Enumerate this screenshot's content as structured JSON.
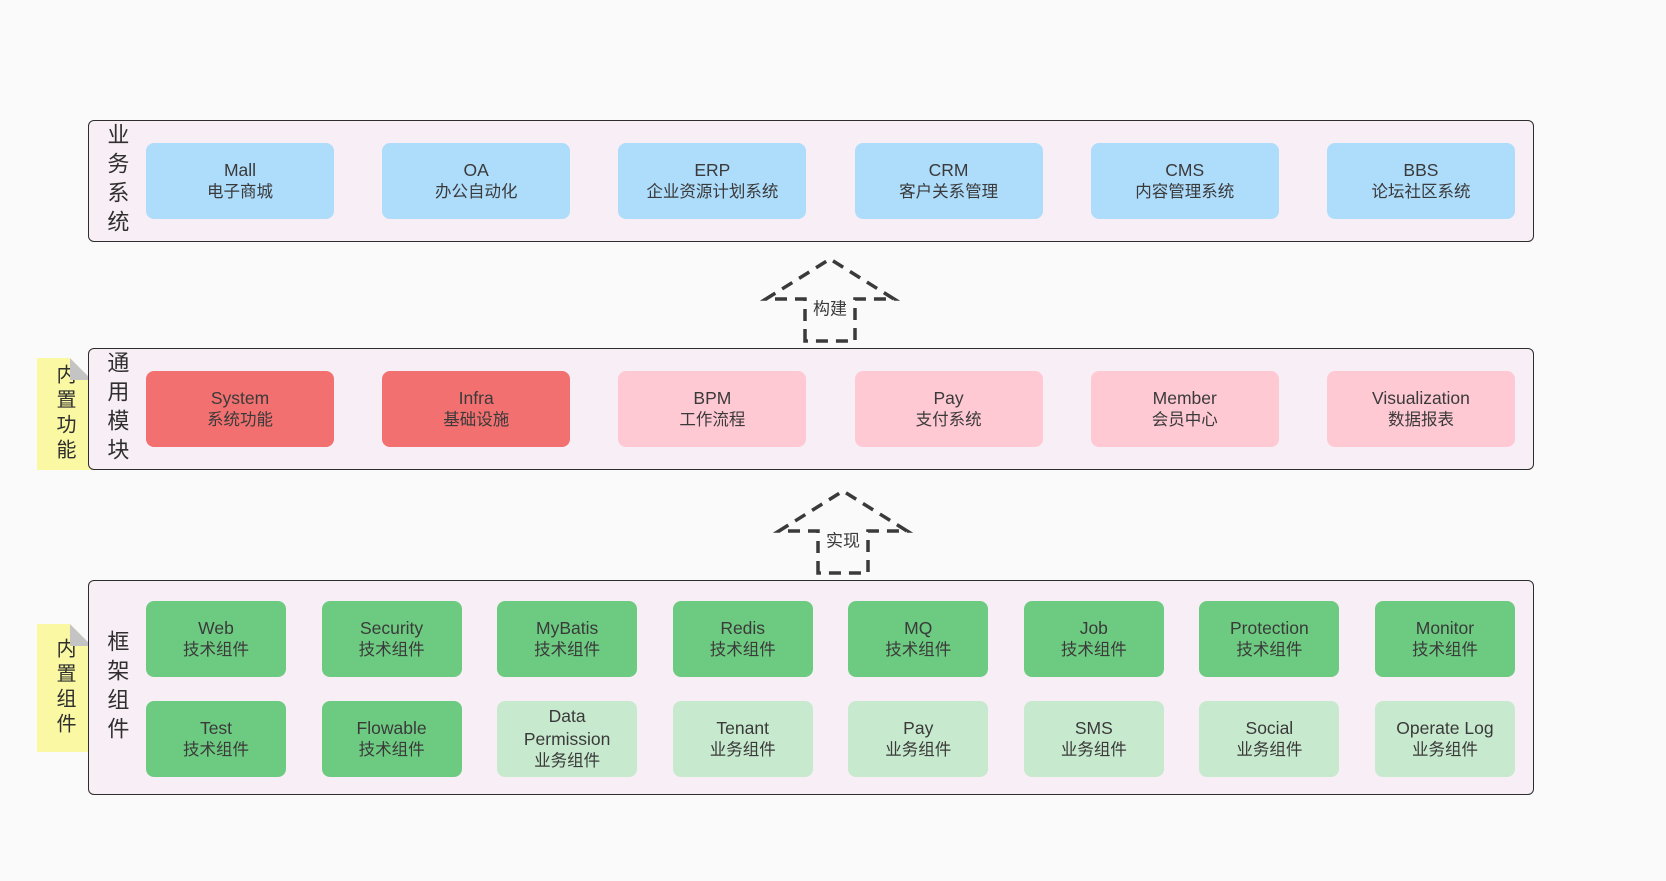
{
  "colors": {
    "page_bg": "#fafafa",
    "panel_bg": "#f8eef6",
    "panel_border": "#2d2d2d",
    "blue_box": "#aedcfb",
    "red_box": "#f37070",
    "pink_box": "#ffc9d4",
    "green_box": "#6dcb81",
    "light_green_box": "#c7e9ce",
    "sticky_yellow": "#faf8a2",
    "sticky_fold_gray": "#c4c4c4",
    "text": "#3a3a3a"
  },
  "arrows": [
    {
      "label": "构建"
    },
    {
      "label": "实现"
    }
  ],
  "panels": [
    {
      "label": "业务系统",
      "boxes": [
        {
          "name": "Mall",
          "desc": "电子商城"
        },
        {
          "name": "OA",
          "desc": "办公自动化"
        },
        {
          "name": "ERP",
          "desc": "企业资源计划系统"
        },
        {
          "name": "CRM",
          "desc": "客户关系管理"
        },
        {
          "name": "CMS",
          "desc": "内容管理系统"
        },
        {
          "name": "BBS",
          "desc": "论坛社区系统"
        }
      ]
    },
    {
      "sticky": "内置功能",
      "label": "通用模块",
      "boxes": [
        {
          "name": "System",
          "desc": "系统功能"
        },
        {
          "name": "Infra",
          "desc": "基础设施"
        },
        {
          "name": "BPM",
          "desc": "工作流程"
        },
        {
          "name": "Pay",
          "desc": "支付系统"
        },
        {
          "name": "Member",
          "desc": "会员中心"
        },
        {
          "name": "Visualization",
          "desc": "数据报表"
        }
      ]
    },
    {
      "sticky": "内置组件",
      "label": "框架组件",
      "rows": [
        [
          {
            "name": "Web",
            "desc": "技术组件"
          },
          {
            "name": "Security",
            "desc": "技术组件"
          },
          {
            "name": "MyBatis",
            "desc": "技术组件"
          },
          {
            "name": "Redis",
            "desc": "技术组件"
          },
          {
            "name": "MQ",
            "desc": "技术组件"
          },
          {
            "name": "Job",
            "desc": "技术组件"
          },
          {
            "name": "Protection",
            "desc": "技术组件"
          },
          {
            "name": "Monitor",
            "desc": "技术组件"
          }
        ],
        [
          {
            "name": "Test",
            "desc": "技术组件"
          },
          {
            "name": "Flowable",
            "desc": "技术组件"
          },
          {
            "name": "Data Permission",
            "desc": "业务组件"
          },
          {
            "name": "Tenant",
            "desc": "业务组件"
          },
          {
            "name": "Pay",
            "desc": "业务组件"
          },
          {
            "name": "SMS",
            "desc": "业务组件"
          },
          {
            "name": "Social",
            "desc": "业务组件"
          },
          {
            "name": "Operate Log",
            "desc": "业务组件"
          }
        ]
      ]
    }
  ]
}
